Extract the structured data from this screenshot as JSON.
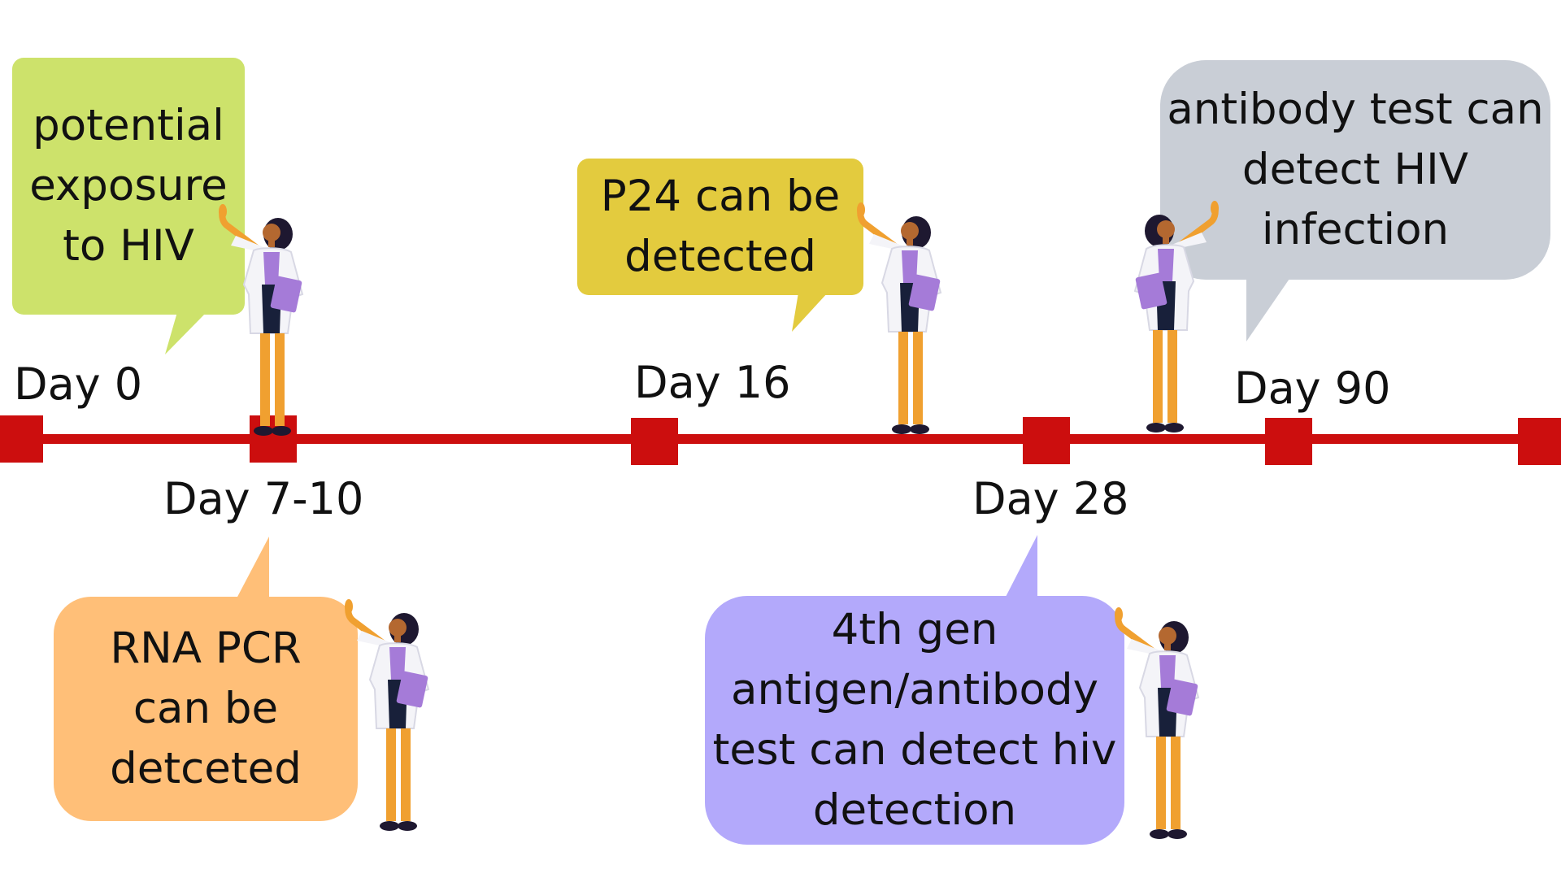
{
  "timeline": {
    "line_color": "#cc0e0e",
    "days": {
      "day0": "Day 0",
      "day7_10": "Day 7-10",
      "day16": "Day 16",
      "day28": "Day 28",
      "day90": "Day 90"
    }
  },
  "bubbles": {
    "exposure": {
      "text": "potential\nexposure\nto HIV",
      "color": "#cde26b"
    },
    "rna": {
      "text": "RNA PCR\ncan be\ndetceted",
      "color": "#ffbf78"
    },
    "p24": {
      "text": "P24 can be\ndetected",
      "color": "#e3cb3e"
    },
    "fourth_gen": {
      "text": "4th gen\nantigen/antibody\ntest can detect hiv\ndetection",
      "color": "#b3a9fb"
    },
    "antibody": {
      "text": "antibody test can\ndetect HIV\ninfection",
      "color": "#c9ced6"
    }
  },
  "icons": {
    "figure": "doctor-pointing-icon"
  }
}
